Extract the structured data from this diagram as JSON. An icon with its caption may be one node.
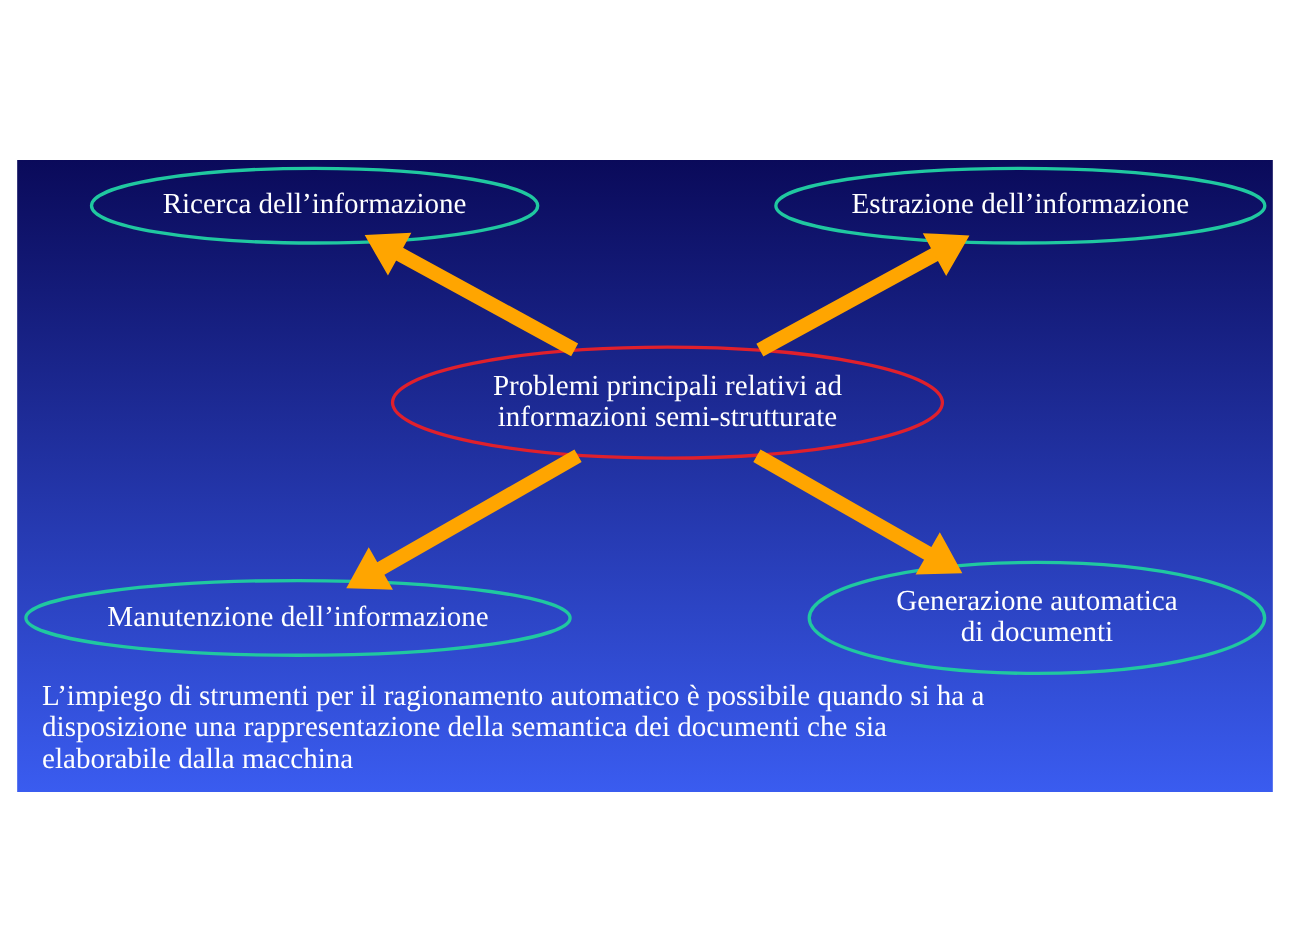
{
  "diagram": {
    "caption": "L’impiego di strumenti per il ragionamento automatico è possibile quando si ha a disposizione una rappresentazione della semantica dei documenti che sia elaborabile dalla macchina",
    "nodes": [
      {
        "text": [
          "Problemi principali relativi ad informazioni semi-strutturate"
        ]
      },
      {
        "text": [
          "Ricerca dell’informazione"
        ]
      },
      {
        "text": [
          "Estrazione dell’informazione"
        ]
      },
      {
        "text": [
          "Manutenzione dell’informazione"
        ]
      },
      {
        "text": [
          "Generazione automatica di documenti"
        ]
      }
    ],
    "edges": [
      {
        "from": 0,
        "to": 1,
        "arrow": "to"
      },
      {
        "from": 0,
        "to": 2,
        "arrow": "to"
      },
      {
        "from": 0,
        "to": 3,
        "arrow": "to"
      },
      {
        "from": 0,
        "to": 4,
        "arrow": "to"
      }
    ]
  }
}
